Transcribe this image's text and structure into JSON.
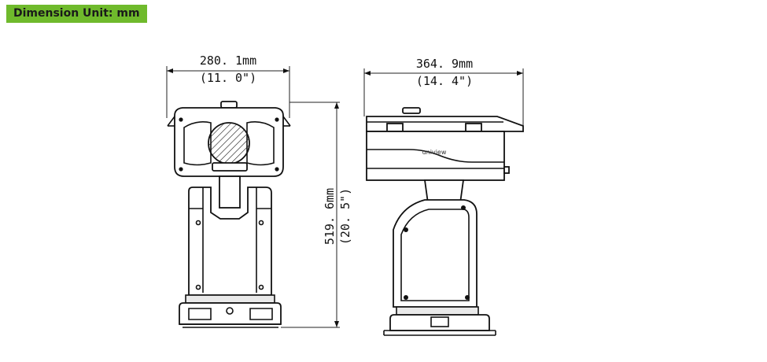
{
  "header": {
    "unit_label": "Dimension Unit: mm"
  },
  "dimensions": {
    "width_mm": "280. 1mm",
    "width_in": "(11. 0\")",
    "height_mm": "519. 6mm",
    "height_in": "(20. 5\")",
    "depth_mm": "364. 9mm",
    "depth_in": "(14. 4\")"
  },
  "logo": {
    "text": "uniview"
  },
  "colors": {
    "badge": "#6fba2c",
    "line": "#111111"
  }
}
